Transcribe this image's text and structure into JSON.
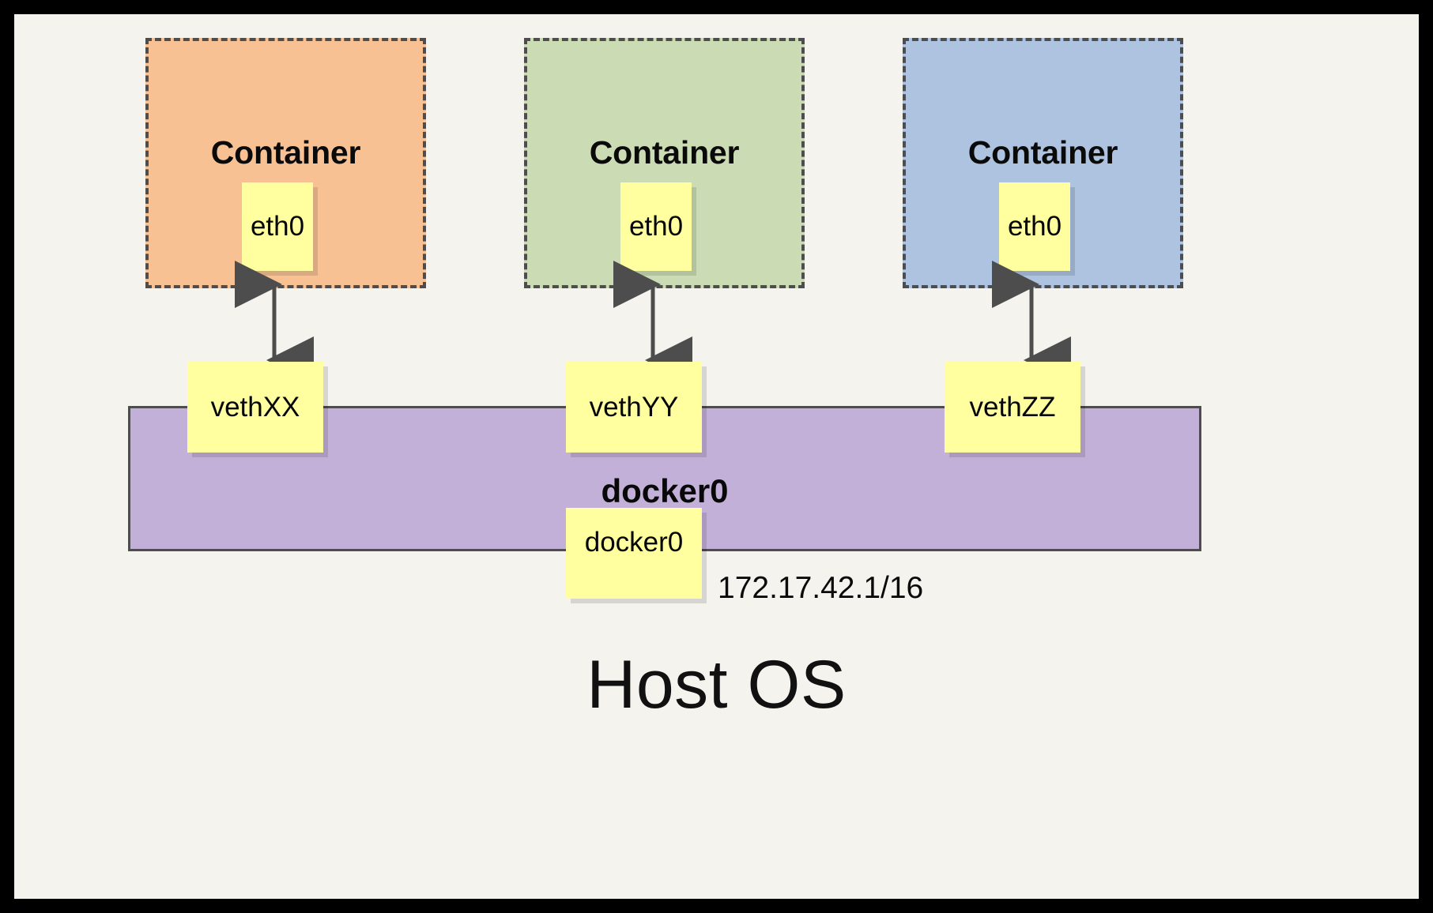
{
  "diagram": {
    "title_bottom": "Host OS",
    "bridge": {
      "name": "docker0",
      "port_label": "docker0",
      "ip": "172.17.42.1/16",
      "color": "#c3b0d8"
    },
    "colors": {
      "background": "#f4f3ee",
      "frame": "#000000",
      "interface_fill": "#ffffa0",
      "stroke": "#4d4d4d",
      "container_orange": "#f7c193",
      "container_green": "#cbdcb4",
      "container_blue": "#aec3e0"
    },
    "containers": [
      {
        "label": "Container",
        "iface": "eth0",
        "veth": "vethXX",
        "fill": "#f7c193"
      },
      {
        "label": "Container",
        "iface": "eth0",
        "veth": "vethYY",
        "fill": "#cbdcb4"
      },
      {
        "label": "Container",
        "iface": "eth0",
        "veth": "vethZZ",
        "fill": "#aec3e0"
      }
    ],
    "links": [
      {
        "from": "eth0",
        "to": "vethXX",
        "style": "double-headed-arrow"
      },
      {
        "from": "eth0",
        "to": "vethYY",
        "style": "double-headed-arrow"
      },
      {
        "from": "eth0",
        "to": "vethZZ",
        "style": "double-headed-arrow"
      }
    ]
  }
}
